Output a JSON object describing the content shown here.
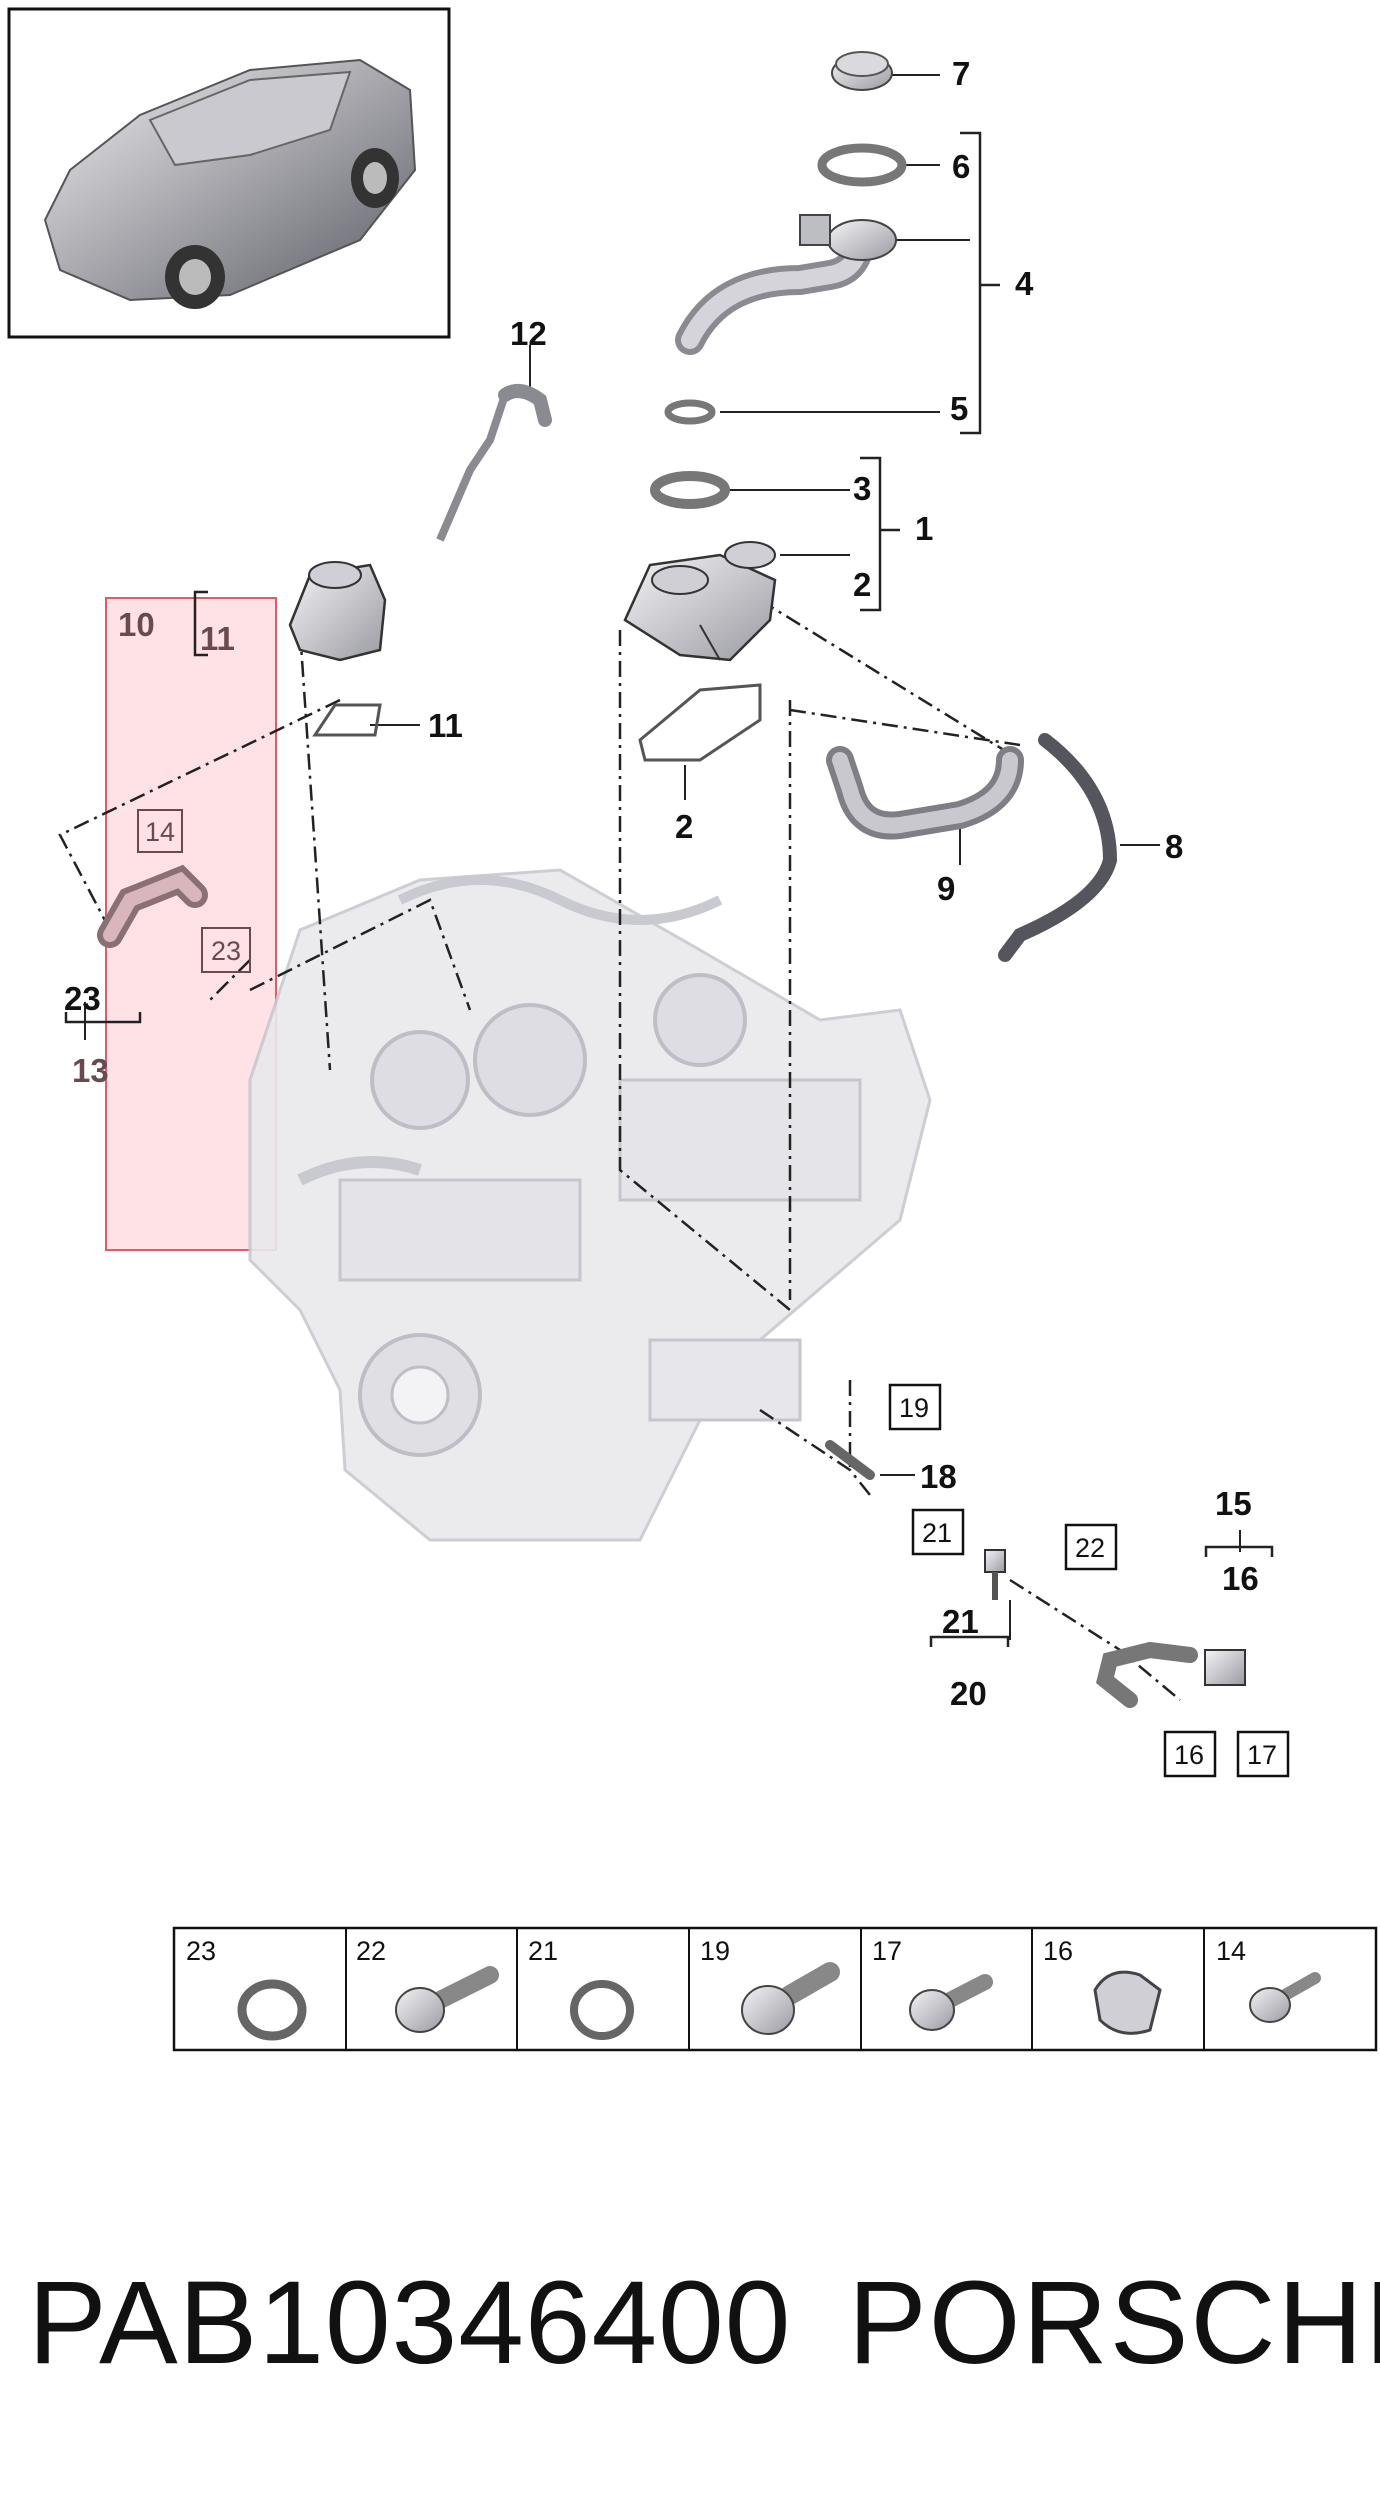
{
  "callouts": {
    "c1": "1",
    "c2a": "2",
    "c2b": "2",
    "c3": "3",
    "c4": "4",
    "c5": "5",
    "c6": "6",
    "c7": "7",
    "c8": "8",
    "c9": "9",
    "c10": "10",
    "c11a": "11",
    "c11b": "11",
    "c12": "12",
    "c13": "13",
    "c15": "15",
    "c16": "16",
    "c18": "18",
    "c20": "20",
    "c21": "21",
    "c23": "23"
  },
  "boxed": {
    "b14": "14",
    "b23": "23",
    "b19": "19",
    "b21": "21",
    "b22": "22",
    "b16": "16",
    "b17": "17"
  },
  "legend": {
    "items": [
      {
        "number": "23",
        "icon": "o-ring-icon"
      },
      {
        "number": "22",
        "icon": "bolt-icon"
      },
      {
        "number": "21",
        "icon": "o-ring-icon"
      },
      {
        "number": "19",
        "icon": "splined-bolt-icon"
      },
      {
        "number": "17",
        "icon": "bolt-icon"
      },
      {
        "number": "16",
        "icon": "clip-icon"
      },
      {
        "number": "14",
        "icon": "flange-screw-icon"
      }
    ]
  },
  "footer": {
    "part_number": "PAB10346400",
    "brand": "PORSCHE"
  },
  "colors": {
    "highlight": "#ffd5dc",
    "highlight_border": "#e05a6a",
    "line": "#222222",
    "engine": "#e8e8ec"
  }
}
